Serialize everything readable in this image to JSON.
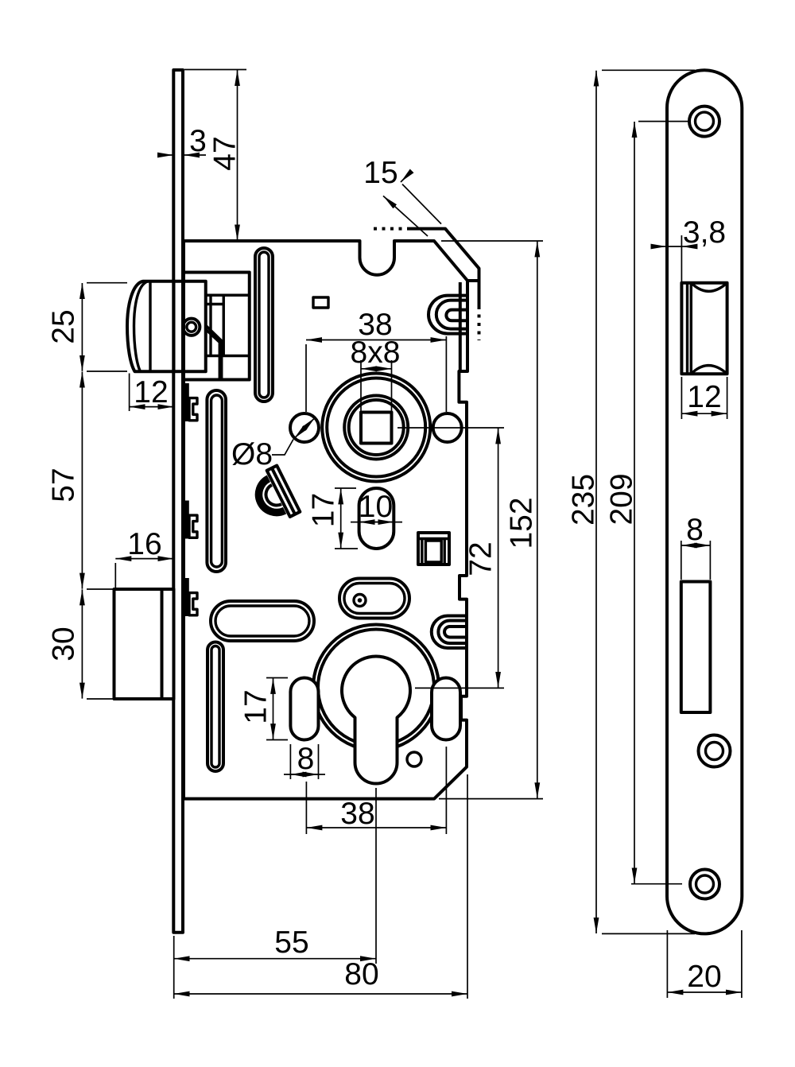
{
  "page": {
    "background": "#ffffff",
    "ink": "#000000"
  },
  "drawing": {
    "type": "technical-dimension-drawing",
    "subject": "mortise-lock",
    "views": [
      {
        "id": "side",
        "name": "lock case side view with latch, deadbolt, follower and euro cylinder"
      },
      {
        "id": "front",
        "name": "faceplate front view with screw holes and cutouts"
      }
    ],
    "units": "mm"
  },
  "dims": {
    "plate_thickness": {
      "text": "3"
    },
    "top_to_case": {
      "text": "47"
    },
    "chamfer": {
      "text": "15"
    },
    "latch_height": {
      "text": "25"
    },
    "latch_throw": {
      "text": "12"
    },
    "latch_to_bolt": {
      "text": "57"
    },
    "bolt_throw": {
      "text": "16"
    },
    "bolt_height": {
      "text": "30"
    },
    "pin_diameter": {
      "text": "Ø8"
    },
    "follower_pin_span": {
      "text": "38"
    },
    "follower_square": {
      "text": "8x8"
    },
    "slot_height_top": {
      "text": "17"
    },
    "slot_width_top": {
      "text": "10"
    },
    "centre_distance": {
      "text": "72"
    },
    "case_height": {
      "text": "152"
    },
    "slot_height_bottom": {
      "text": "17"
    },
    "slot_width_bottom": {
      "text": "8"
    },
    "cylinder_pin_span": {
      "text": "38"
    },
    "backset": {
      "text": "55"
    },
    "case_depth": {
      "text": "80"
    },
    "plate_offset": {
      "text": "3,8"
    },
    "latch_cutout_width": {
      "text": "12"
    },
    "plate_length": {
      "text": "235"
    },
    "screw_distance": {
      "text": "209"
    },
    "bolt_cutout_width": {
      "text": "8"
    },
    "plate_width": {
      "text": "20"
    }
  }
}
